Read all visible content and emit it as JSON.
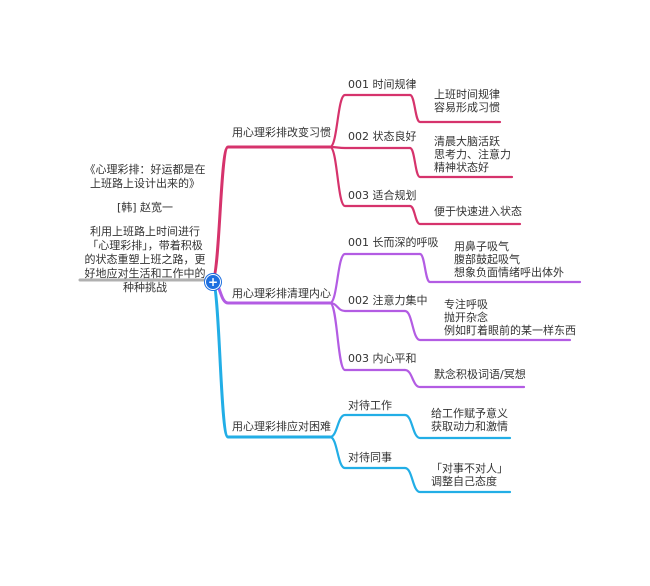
{
  "root": {
    "title": "《心理彩排：好运都是在上班路上设计出来的》",
    "author": "[韩] 赵宽一",
    "summary": "利用上班路上时间进行「心理彩排」，带着积极的状态重塑上班之路，更好地应对生活和工作中的种种挑战"
  },
  "colors": {
    "red": "#d6336c",
    "purple": "#b35ce3",
    "blue": "#22aee6",
    "root_line": "#b0b0b0",
    "toggle": "#1e6fe0"
  },
  "icons": {
    "toggle": "plus-icon"
  },
  "branches": [
    {
      "label": "用心理彩排改变习惯",
      "children": [
        {
          "label": "001 时间规律",
          "details": [
            "上班时间规律",
            "容易形成习惯"
          ]
        },
        {
          "label": "002 状态良好",
          "details": [
            "清晨大脑活跃",
            "思考力、注意力",
            "精神状态好"
          ]
        },
        {
          "label": "003 适合规划",
          "details": [
            "便于快速进入状态"
          ]
        }
      ]
    },
    {
      "label": "用心理彩排清理内心",
      "children": [
        {
          "label": "001 长而深的呼吸",
          "details": [
            "用鼻子吸气",
            "腹部鼓起吸气",
            "想象负面情绪呼出体外"
          ]
        },
        {
          "label": "002 注意力集中",
          "details": [
            "专注呼吸",
            "抛开杂念",
            "例如盯着眼前的某一样东西"
          ]
        },
        {
          "label": "003 内心平和",
          "details": [
            "默念积极词语/冥想"
          ]
        }
      ]
    },
    {
      "label": "用心理彩排应对困难",
      "children": [
        {
          "label": "对待工作",
          "details": [
            "给工作赋予意义",
            "获取动力和激情"
          ]
        },
        {
          "label": "对待同事",
          "details": [
            "「对事不对人」",
            "调整自己态度"
          ]
        }
      ]
    }
  ]
}
